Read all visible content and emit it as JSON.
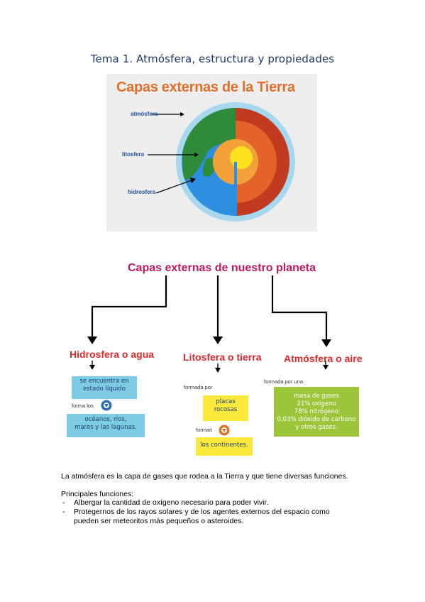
{
  "title": "Tema 1. Atmósfera, estructura y propiedades",
  "figure1": {
    "heading": "Capas externas de la Tierra",
    "labels": [
      "atmósfera",
      "litosfera",
      "hidrosfera"
    ],
    "colors": {
      "heading": "#e0702a",
      "label": "#1e4fa3",
      "ocean": "#2d8fe0",
      "land": "#2e8b3a",
      "atmosphere": "#a8d8ee"
    }
  },
  "diagram2": {
    "heading": "Capas externas de nuestro planeta",
    "hidrosfera": {
      "title": "Hidrosfera o agua",
      "box1": [
        "se encuentra en",
        "estado líquido"
      ],
      "connector": "forma los",
      "box2": [
        "océanos, ríos,",
        "mares y las lagunas."
      ]
    },
    "litosfera": {
      "title": "Litosfera o tierra",
      "note": "formada por",
      "box1": [
        "placas",
        "rocosas"
      ],
      "connector": "forman",
      "box2": "los continentes."
    },
    "atmosfera": {
      "title": "Atmósfera o aire",
      "note": "formada por una",
      "box": [
        "masa de gases",
        "21% oxígeno",
        "78% nitrógeno",
        "0,03% dióxido de carbono",
        "y otros gases."
      ]
    }
  },
  "body": {
    "paragraph": "La atmósfera es la capa de gases que rodea a la Tierra y que tiene diversas funciones.",
    "list_title": "Principales funciones:",
    "items": [
      "Albergar la cantidad de oxígeno necesario para poder vivir.",
      "Protegernos de los rayos solares y de los agentes externos del espacio como",
      "pueden ser meteoritos más pequeños o asteroides."
    ],
    "bullet": "-"
  }
}
